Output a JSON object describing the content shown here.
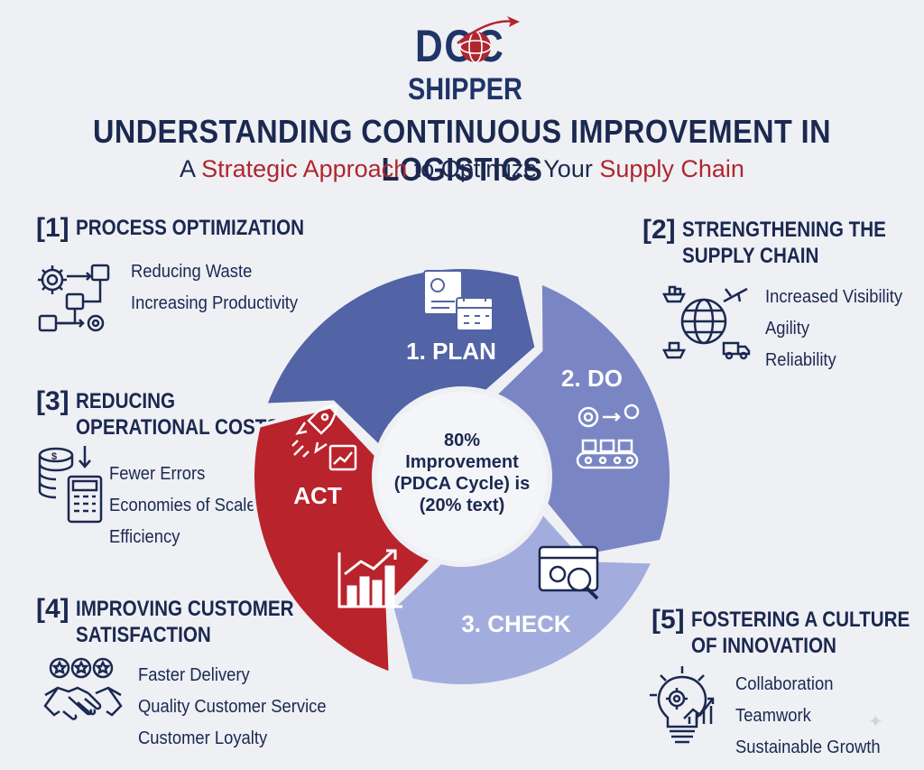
{
  "logo": {
    "line1": "DOC",
    "line2": "SHIPPER"
  },
  "title": "UNDERSTANDING CONTINUOUS IMPROVEMENT IN LOGISTICS",
  "subtitle": {
    "part1": "A ",
    "accent1": "Strategic Approach",
    "part2": " to Optimize Your ",
    "accent2": "Supply Chain"
  },
  "sections": [
    {
      "num": "[1]",
      "title_lines": [
        "PROCESS OPTIMIZATION"
      ],
      "items": [
        "Reducing Waste",
        "Increasing Productivity"
      ],
      "icon": "process-flow-icon"
    },
    {
      "num": "[2]",
      "title_lines": [
        "STRENGTHENING THE",
        "SUPPLY CHAIN"
      ],
      "items": [
        "Increased Visibility",
        "Agility",
        "Reliability"
      ],
      "icon": "global-logistics-icon"
    },
    {
      "num": "[3]",
      "title_lines": [
        "REDUCING",
        "OPERATIONAL COSTS"
      ],
      "items": [
        "Fewer Errors",
        "Economies of Scale",
        "Efficiency"
      ],
      "icon": "coins-calculator-icon"
    },
    {
      "num": "[4]",
      "title_lines": [
        "IMPROVING CUSTOMER",
        "SATISFACTION"
      ],
      "items": [
        "Faster Delivery",
        "Quality Customer Service",
        "Customer Loyalty"
      ],
      "icon": "handshake-stars-icon"
    },
    {
      "num": "[5]",
      "title_lines": [
        "FOSTERING A CULTURE",
        "OF INNOVATION"
      ],
      "items": [
        "Collaboration",
        "Teamwork",
        "Sustainable Growth"
      ],
      "icon": "lightbulb-gear-icon"
    }
  ],
  "cycle": {
    "segments": [
      {
        "label": "1. PLAN",
        "color": "#5263a6"
      },
      {
        "label": "2. DO",
        "color": "#7a86c4"
      },
      {
        "label": "3. CHECK",
        "color": "#a3addd"
      },
      {
        "label": "ACT",
        "color": "#b9232b"
      }
    ],
    "center_lines": [
      "80%",
      "Improvement",
      "(PDCA Cycle) is",
      "(20% text)"
    ]
  },
  "colors": {
    "navy": "#1b2850",
    "red": "#b0262e"
  }
}
